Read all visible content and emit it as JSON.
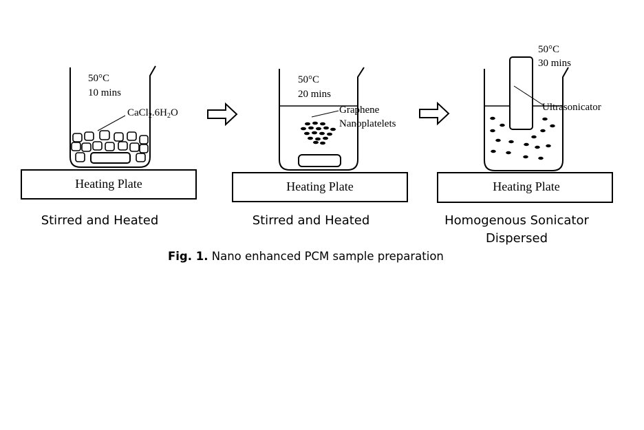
{
  "panels": [
    {
      "temperature": "50°C",
      "duration": "10 mins",
      "label_prefix": "CaCl",
      "label_sub1": "2",
      "label_mid": ".6H",
      "label_sub2": "2",
      "label_suffix": "O",
      "plate": "Heating Plate",
      "caption": "Stirred and Heated"
    },
    {
      "temperature": "50°C",
      "duration": "20 mins",
      "label_line1": "Graphene",
      "label_line2": "Nanoplatelets",
      "plate": "Heating Plate",
      "caption": "Stirred and Heated"
    },
    {
      "temperature": "50°C",
      "duration": "30 mins",
      "label": "Ultrasonicator",
      "plate": "Heating Plate",
      "caption_line1": "Homogenous Sonicator",
      "caption_line2": "Dispersed"
    }
  ],
  "figure": {
    "label": "Fig. 1.",
    "title": " Nano enhanced PCM sample preparation"
  }
}
